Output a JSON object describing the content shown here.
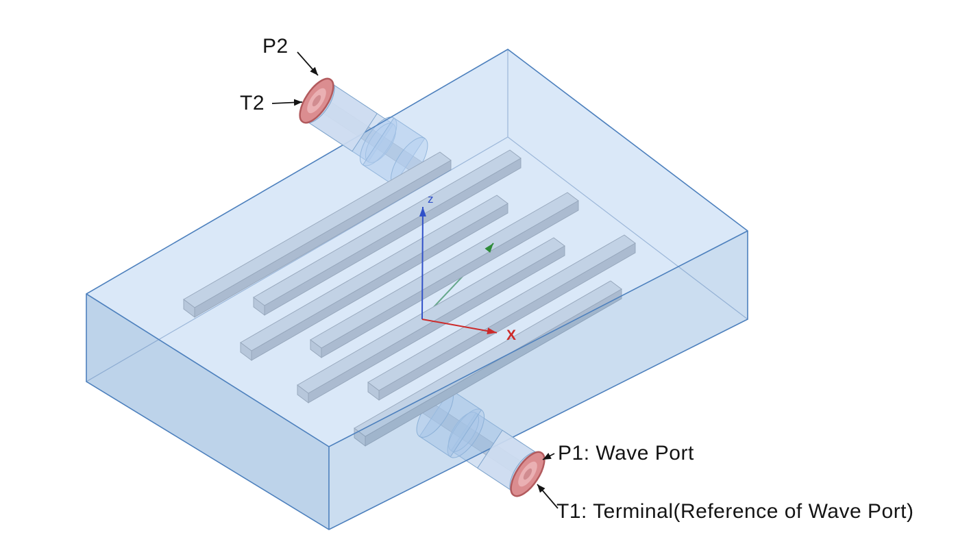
{
  "scene": {
    "annotations": {
      "p2": "P2",
      "t2": "T2",
      "p1": "P1: Wave Port",
      "t1": "T1: Terminal(Reference of Wave Port)"
    },
    "axes": {
      "x": "X",
      "z": "z"
    },
    "colors": {
      "background": "#ffffff",
      "box_fill": "#aecdf0",
      "box_edge": "#4d80bd",
      "metal_top": "#d3d7dd",
      "metal_side": "#a9aeb7",
      "port_face": "#db8d90",
      "port_rim": "#b25a5d",
      "port_inner": "#eab0b3",
      "axis_x": "#cc2a2a",
      "axis_y": "#2e8b3a",
      "axis_z": "#3050c8",
      "annotation_text": "#141414"
    }
  }
}
